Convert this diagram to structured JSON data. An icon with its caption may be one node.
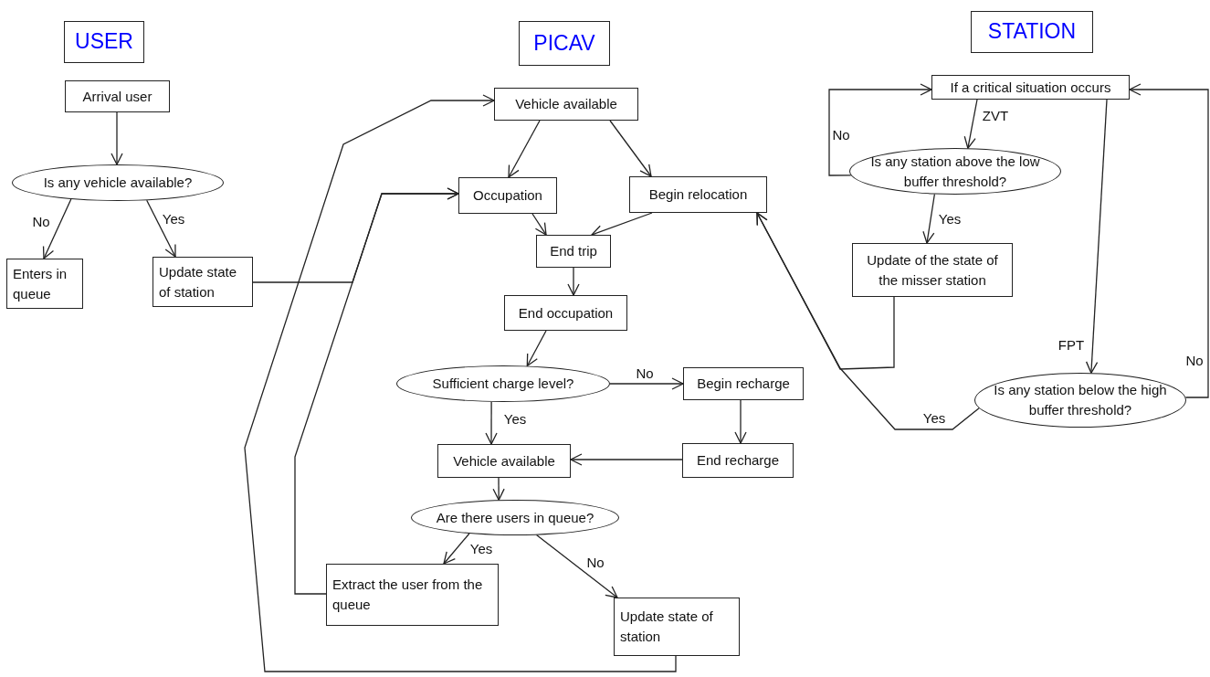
{
  "diagram": {
    "nodes": [
      {
        "text": [
          "USER"
        ]
      },
      {
        "text": [
          "PICAV"
        ]
      },
      {
        "text": [
          "STATION"
        ]
      },
      {
        "text": [
          "Arrival user"
        ]
      },
      {
        "text": [
          "Is any vehicle available?"
        ]
      },
      {
        "text": [
          "Enters in queue"
        ]
      },
      {
        "text": [
          "Update state of station"
        ]
      },
      {
        "text": [
          "Vehicle available"
        ]
      },
      {
        "text": [
          "Occupation"
        ]
      },
      {
        "text": [
          "Begin relocation"
        ]
      },
      {
        "text": [
          "End trip"
        ]
      },
      {
        "text": [
          "End occupation"
        ]
      },
      {
        "text": [
          "Sufficient charge level?"
        ]
      },
      {
        "text": [
          "Begin recharge"
        ]
      },
      {
        "text": [
          "Vehicle available"
        ]
      },
      {
        "text": [
          "End recharge"
        ]
      },
      {
        "text": [
          "Are there users in queue?"
        ]
      },
      {
        "text": [
          "Extract the user from the queue"
        ]
      },
      {
        "text": [
          "Update state of station"
        ]
      },
      {
        "text": [
          "If a critical situation occurs"
        ]
      },
      {
        "text": [
          "Is any station above the low buffer threshold?"
        ]
      },
      {
        "text": [
          "Update of the state of the misser station"
        ]
      },
      {
        "text": [
          "Is any station below the high buffer threshold?"
        ]
      }
    ],
    "edges": [
      {
        "from": 3,
        "to": 4,
        "arrow": "to"
      },
      {
        "from": 4,
        "to": 5,
        "arrow": "to",
        "label": "No"
      },
      {
        "from": 4,
        "to": 6,
        "arrow": "to",
        "label": "Yes"
      },
      {
        "from": 6,
        "to": 8,
        "arrow": "to"
      },
      {
        "from": 18,
        "to": 7,
        "arrow": "to"
      },
      {
        "from": 17,
        "to": 8,
        "arrow": "to"
      },
      {
        "from": 7,
        "to": 8,
        "arrow": "to"
      },
      {
        "from": 7,
        "to": 9,
        "arrow": "to"
      },
      {
        "from": 8,
        "to": 10,
        "arrow": "to"
      },
      {
        "from": 9,
        "to": 10,
        "arrow": "to"
      },
      {
        "from": 10,
        "to": 11,
        "arrow": "to"
      },
      {
        "from": 11,
        "to": 12,
        "arrow": "to"
      },
      {
        "from": 12,
        "to": 13,
        "arrow": "to",
        "label": "No"
      },
      {
        "from": 12,
        "to": 14,
        "arrow": "to",
        "label": "Yes"
      },
      {
        "from": 13,
        "to": 15,
        "arrow": "to"
      },
      {
        "from": 15,
        "to": 14,
        "arrow": "to"
      },
      {
        "from": 14,
        "to": 16,
        "arrow": "to"
      },
      {
        "from": 16,
        "to": 17,
        "arrow": "to",
        "label": "Yes"
      },
      {
        "from": 16,
        "to": 18,
        "arrow": "to",
        "label": "No"
      },
      {
        "from": 19,
        "to": 20,
        "arrow": "to",
        "label": "ZVT"
      },
      {
        "from": 20,
        "to": 19,
        "arrow": "to",
        "label": "No"
      },
      {
        "from": 20,
        "to": 21,
        "arrow": "to",
        "label": "Yes"
      },
      {
        "from": 21,
        "to": 9,
        "arrow": "to"
      },
      {
        "from": 22,
        "to": 9,
        "arrow": "to",
        "label": "Yes"
      },
      {
        "from": 19,
        "to": 22,
        "arrow": "to",
        "label": "FPT"
      },
      {
        "from": 22,
        "to": 19,
        "arrow": "to",
        "label": "No"
      }
    ]
  }
}
